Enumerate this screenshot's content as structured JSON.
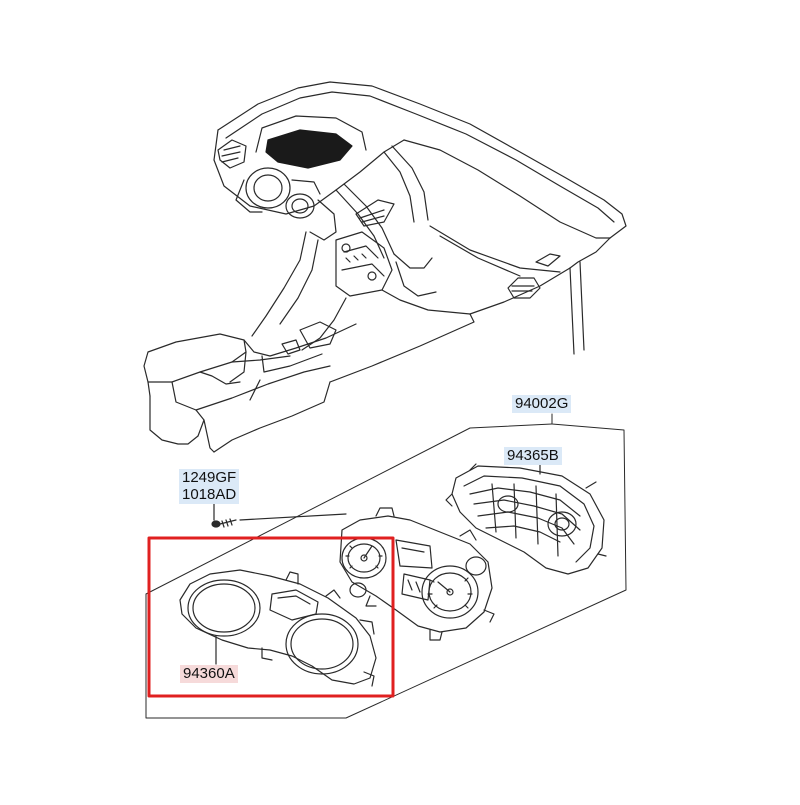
{
  "diagram": {
    "colors": {
      "line": "#2a2a2a",
      "highlight_box": "#e02020",
      "label_blue_bg": "#dbe9f7",
      "label_pink_bg": "#f6dada",
      "vent_fill": "#1a1a1a"
    },
    "part_labels": {
      "instrument_cluster_assembly": "94002G",
      "cluster_back_housing": "94365B",
      "screw_a": "1249GF",
      "screw_b": "1018AD",
      "cluster_bezel": "94360A"
    }
  }
}
